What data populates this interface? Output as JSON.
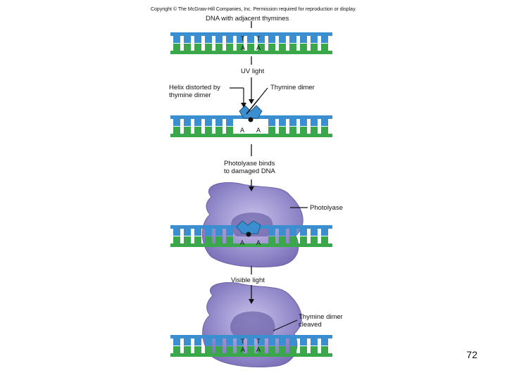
{
  "copyright": "Copyright © The McGraw-Hill Companies, Inc. Permission required for reproduction or display.",
  "labels": {
    "dna_adjacent": "DNA with adjacent thymines",
    "uv_light": "UV light",
    "helix_distorted": [
      "Helix distorted by",
      "thymine dimer"
    ],
    "thymine_dimer": "Thymine dimer",
    "photolyase_binds": [
      "Photolyase binds",
      "to damaged DNA"
    ],
    "photolyase": "Photolyase",
    "visible_light": "Visible light",
    "dimer_cleaved": [
      "Thymine dimer",
      "cleaved"
    ]
  },
  "bases": {
    "thymine": "T",
    "adenine": "A"
  },
  "page_number": "72",
  "colors": {
    "strand_blue": "#3b8fd0",
    "strand_green": "#3aa84a",
    "enzyme_purple": "#8f86c4",
    "enzyme_light": "#b9b2de",
    "enzyme_dark": "#6b61a8"
  }
}
